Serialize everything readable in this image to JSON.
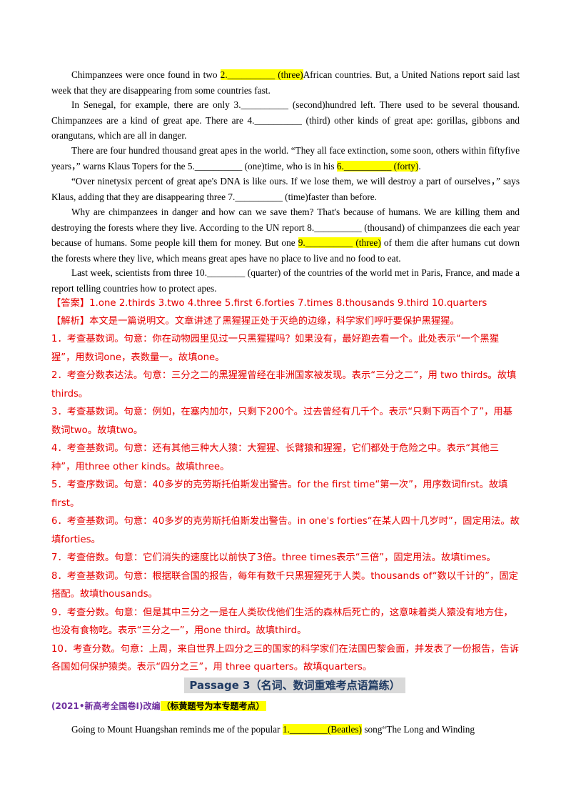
{
  "passage": {
    "p1": {
      "a": "Chimpanzees were once found in two",
      "blank": "2.__________ (three)",
      "b": "African countries. But, a United Nations report said last week that they are disappearing from some countries fast."
    },
    "p2": "In Senegal, for example, there are only 3.__________ (second)hundred left. There used to be several thousand. Chimpanzees are a kind of great ape. There are 4.__________ (third) other kinds of great ape: gorillas, gibbons and orangutans, which are all in danger.",
    "p3": {
      "a": "There are four hundred thousand great apes in the world. “They all face extinction, some soon, others within fiftyfive years，” warns Klaus Topers for the 5.__________ (one)time, who is in his",
      "blank": "6.__________ (forty)",
      "b": "."
    },
    "p4": "“Over ninetysix percent of great ape's DNA is like ours. If we lose them, we will destroy a part of ourselves，” says Klaus, adding that they are disappearing three 7.__________ (time)faster than before.",
    "p5": {
      "a": "Why are chimpanzees in danger and how can we save them? That's because of humans. We are killing them and destroying the forests where they live. According to the UN report 8.__________ (thousand) of chimpanzees die each year because of humans. Some people kill them for money. But one",
      "blank": "9.__________ (three)",
      "b": "of them die after humans cut down the forests where they live, which means great apes have no place to live and no food to eat."
    },
    "p6": "Last week, scientists from three 10.________ (quarter) of the countries of the world met in Paris, France, and made a report telling countries how to protect apes."
  },
  "answers": "【答案】1.one    2.thirds   3.two   4.three   5.first   6.forties   7.times   8.thousands   9.third   10.quarters",
  "analysis_title": "【解析】本文是一篇说明文。文章讲述了黑猩猩正处于灭绝的边缘，科学家们呼吁要保护黑猩猩。",
  "explanations": [
    "1．考查基数词。句意：你在动物园里见过一只黑猩猩吗？如果没有，最好跑去看一个。此处表示“一个黑猩猩”，用数词one，表数量一。故填one。",
    "2．考查分数表达法。句意：三分之二的黑猩猩曾经在非洲国家被发现。表示“三分之二”，用  two thirds。故填thirds。",
    "3．考查基数词。句意：例如，在塞内加尔，只剩下200个。过去曾经有几千个。表示“只剩下两百个了”，用基数词two。故填two。",
    "4．考查基数词。句意：还有其他三种大人猿：大猩猩、长臂猿和猩猩，它们都处于危险之中。表示“其他三种”，用three other kinds。故填three。",
    "5．考查序数词。句意：40多岁的克劳斯托伯斯发出警告。for the first time“第一次”，用序数词first。故填first。",
    "6．考查基数词。句意：40多岁的克劳斯托伯斯发出警告。in one's forties“在某人四十几岁时”，固定用法。故填forties。",
    "7．考查倍数。句意：它们消失的速度比以前快了3倍。three times表示“三倍”，固定用法。故填times。",
    "8．考查基数词。句意：根据联合国的报告，每年有数千只黑猩猩死于人类。thousands of“数以千计的”，固定搭配。故填thousands。",
    "9．考查分数。句意：但是其中三分之一是在人类砍伐他们生活的森林后死亡的，这意味着类人猿没有地方住，也没有食物吃。表示“三分之一”，用one third。故填third。",
    "10．考查分数。句意：上周，来自世界上四分之三的国家的科学家们在法国巴黎会面，并发表了一份报告，告诉各国如何保护猿类。表示“四分之三”，用  three quarters。故填quarters。"
  ],
  "passage3_title": "Passage 3（名词、数词重难考点语篇练）",
  "source": {
    "label": "(2021•新高考全国卷I)改编",
    "tag": "（标黄题号为本专题考点）"
  },
  "p3_intro": {
    "a": "Going to Mount Huangshan reminds me of the popular",
    "blank": "1.________(Beatles)",
    "b": "song“The Long and Winding"
  },
  "colors": {
    "highlight": "#ffff00",
    "explanation_text": "#e60000",
    "passage_title_bg": "#d9d9d9",
    "passage_title_text": "#1f3a63",
    "source_text": "#7030a0"
  }
}
